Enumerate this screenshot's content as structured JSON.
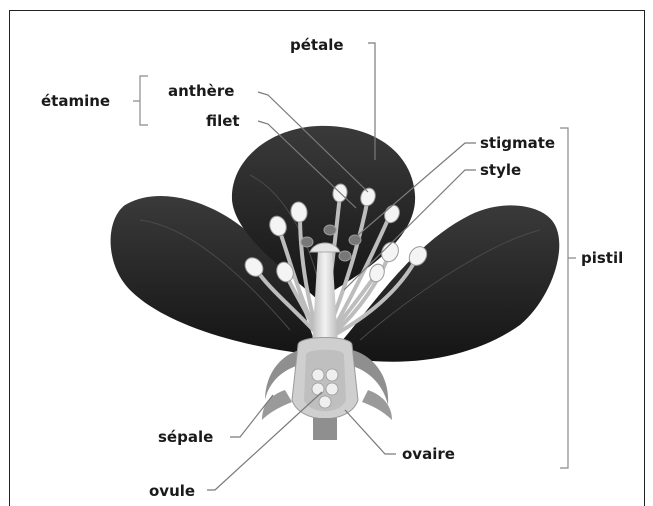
{
  "diagram": {
    "labels": {
      "petale": "pétale",
      "etamine": "étamine",
      "anthere": "anthère",
      "filet": "filet",
      "stigmate": "stigmate",
      "style": "style",
      "pistil": "pistil",
      "sepale": "sépale",
      "ovaire": "ovaire",
      "ovule": "ovule"
    },
    "colors": {
      "petal": "#262626",
      "pistil": "#d9d9d9",
      "stamen": "#bdbdbd",
      "sepal": "#8f8f8f",
      "leader": "#7a7a7a"
    }
  }
}
